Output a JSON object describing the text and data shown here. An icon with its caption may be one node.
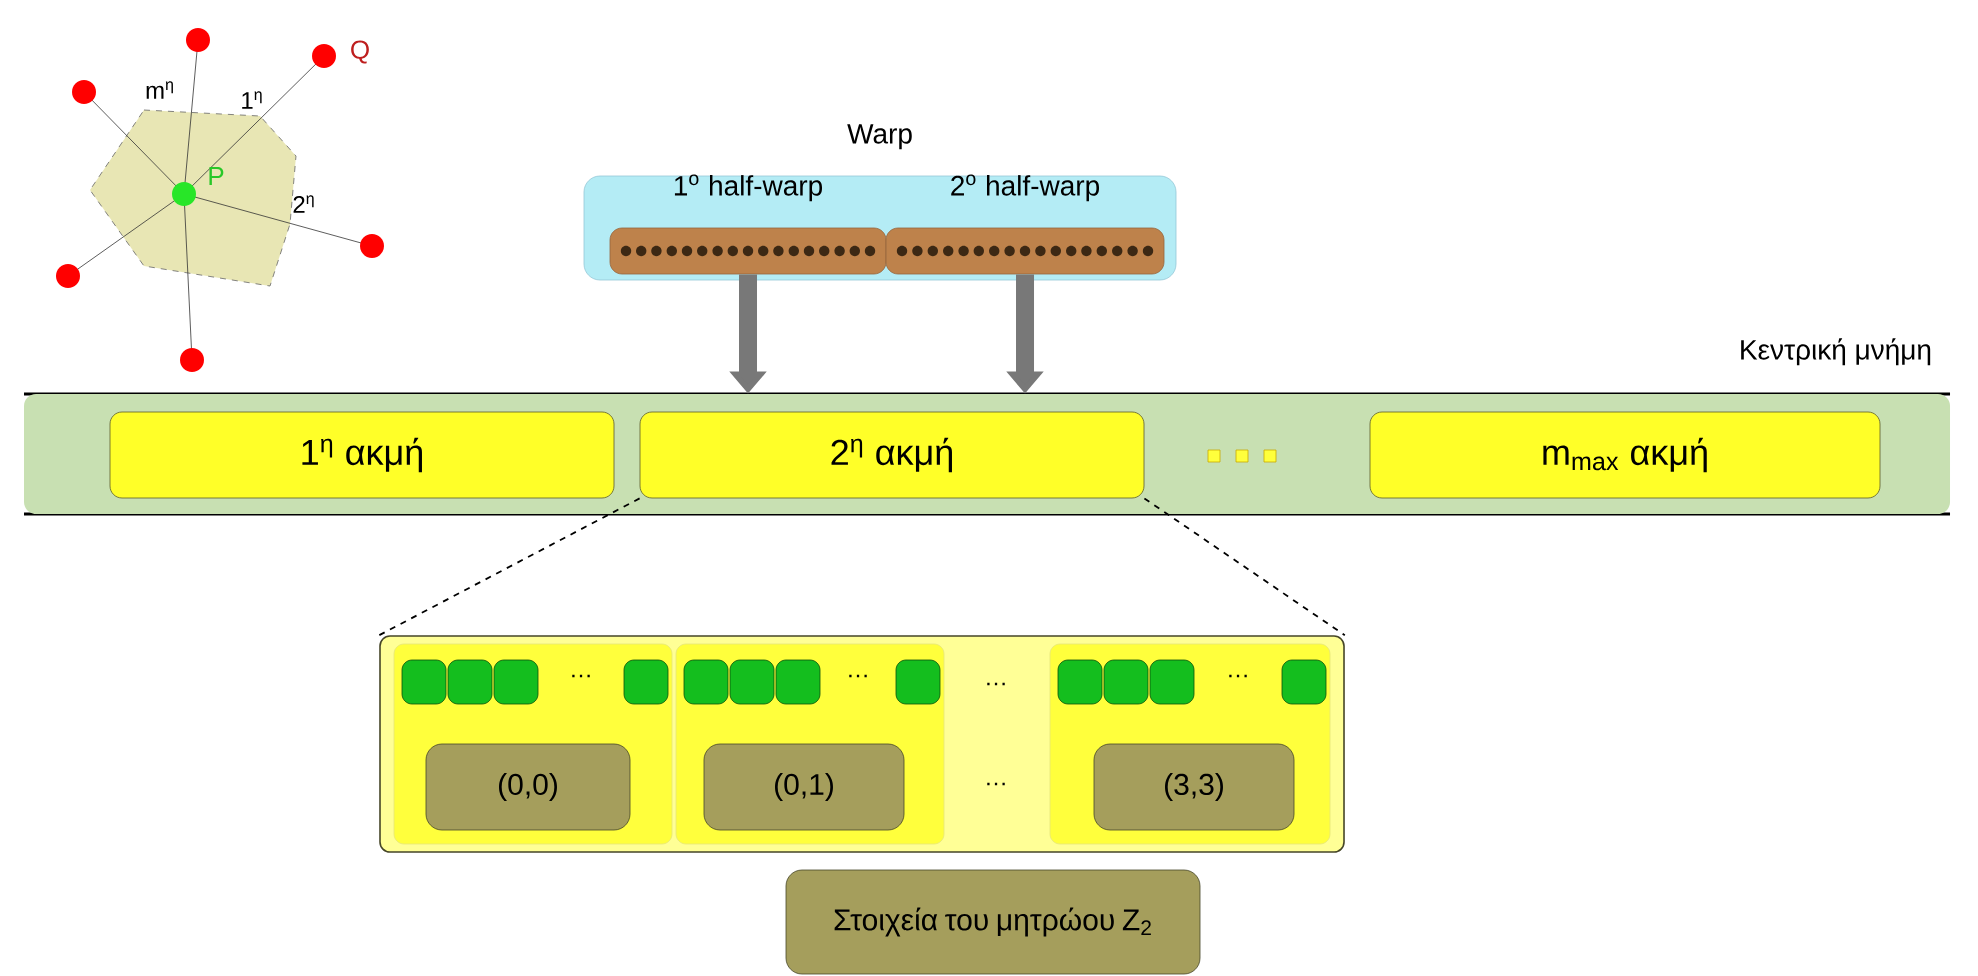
{
  "diagram": {
    "nodes": [
      {
        "text": [
          "Warp"
        ]
      },
      {
        "text": [
          "1$^{o}$ half-warp"
        ],
        "in": 0
      },
      {
        "text": [
          "2$^{o}$ half-warp"
        ],
        "in": 0
      },
      {
        "text": [
          "Κεντρική μνήμη"
        ]
      },
      {
        "text": [
          "1$^{η}$ ακμή"
        ],
        "in": 3
      },
      {
        "text": [
          "2$^{η}$ ακμή"
        ],
        "in": 3
      },
      {
        "text": [
          "m$_{max}$ ακμή"
        ],
        "in": 3
      },
      {
        "text": [],
        "shape": "box"
      },
      {
        "text": [
          "…"
        ],
        "in": 7
      },
      {
        "text": [
          "(0,0)"
        ],
        "in": 8
      },
      {
        "text": [
          "…"
        ],
        "in": 7
      },
      {
        "text": [
          "(0,1)"
        ],
        "in": 10
      },
      {
        "text": [
          "…"
        ],
        "in": 7
      },
      {
        "text": [
          "(3,3)"
        ],
        "in": 12
      },
      {
        "text": [
          "Στοιχεία του μητρώου Z$_{2}$"
        ]
      }
    ],
    "edges": [
      {
        "from": 1,
        "to": 3,
        "arrow": "to",
        "style": "thick",
        "color": "#787878"
      },
      {
        "from": 2,
        "to": 3,
        "arrow": "to",
        "style": "thick",
        "color": "#787878"
      },
      {
        "from": 5,
        "to": 7,
        "arrow": "none",
        "style": "dashed",
        "color": "#000000"
      },
      {
        "from": 5,
        "to": 7,
        "arrow": "none",
        "style": "dashed",
        "color": "#000000"
      }
    ],
    "labels": [
      "m$^{η}$",
      "1$^{η}$",
      "Q",
      "P",
      "2$^{η}$",
      "…",
      "…"
    ]
  }
}
